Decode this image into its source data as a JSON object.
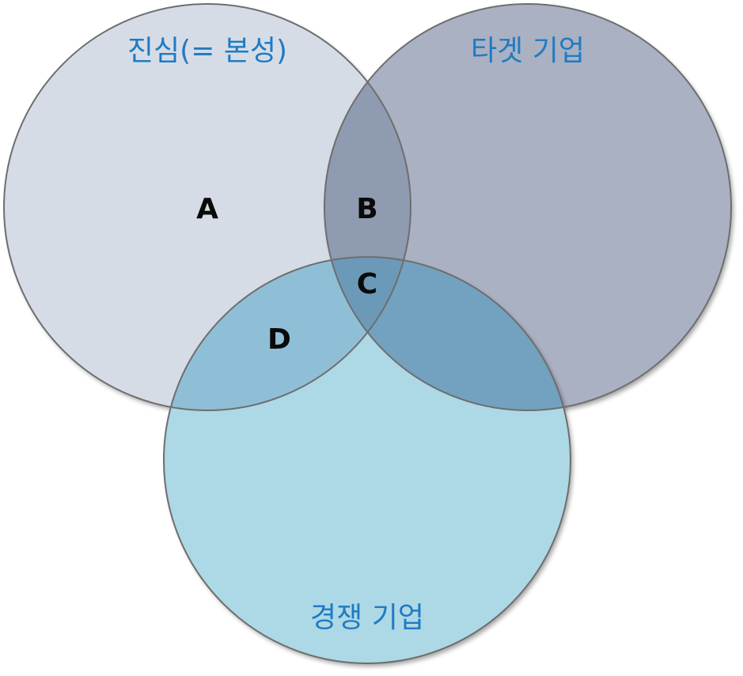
{
  "diagram": {
    "type": "venn-3",
    "sets": [
      {
        "id": "sincerity",
        "title": "진심(= 본성)",
        "color": "#d6dce6"
      },
      {
        "id": "target",
        "title": "타겟 기업",
        "color": "#aab1c2"
      },
      {
        "id": "competitor",
        "title": "경쟁 기업",
        "color": "#add8e6"
      }
    ],
    "regions": [
      {
        "id": "A",
        "label": "A"
      },
      {
        "id": "B",
        "label": "B"
      },
      {
        "id": "C",
        "label": "C"
      },
      {
        "id": "D",
        "label": "D"
      }
    ],
    "colors": {
      "ab_overlap": "#8f9bb0",
      "ad_overlap": "#8fbfd6",
      "bc_overlap": "#72a2c0",
      "center": "#6b9ab8",
      "outline": "#6e6e6e"
    }
  }
}
